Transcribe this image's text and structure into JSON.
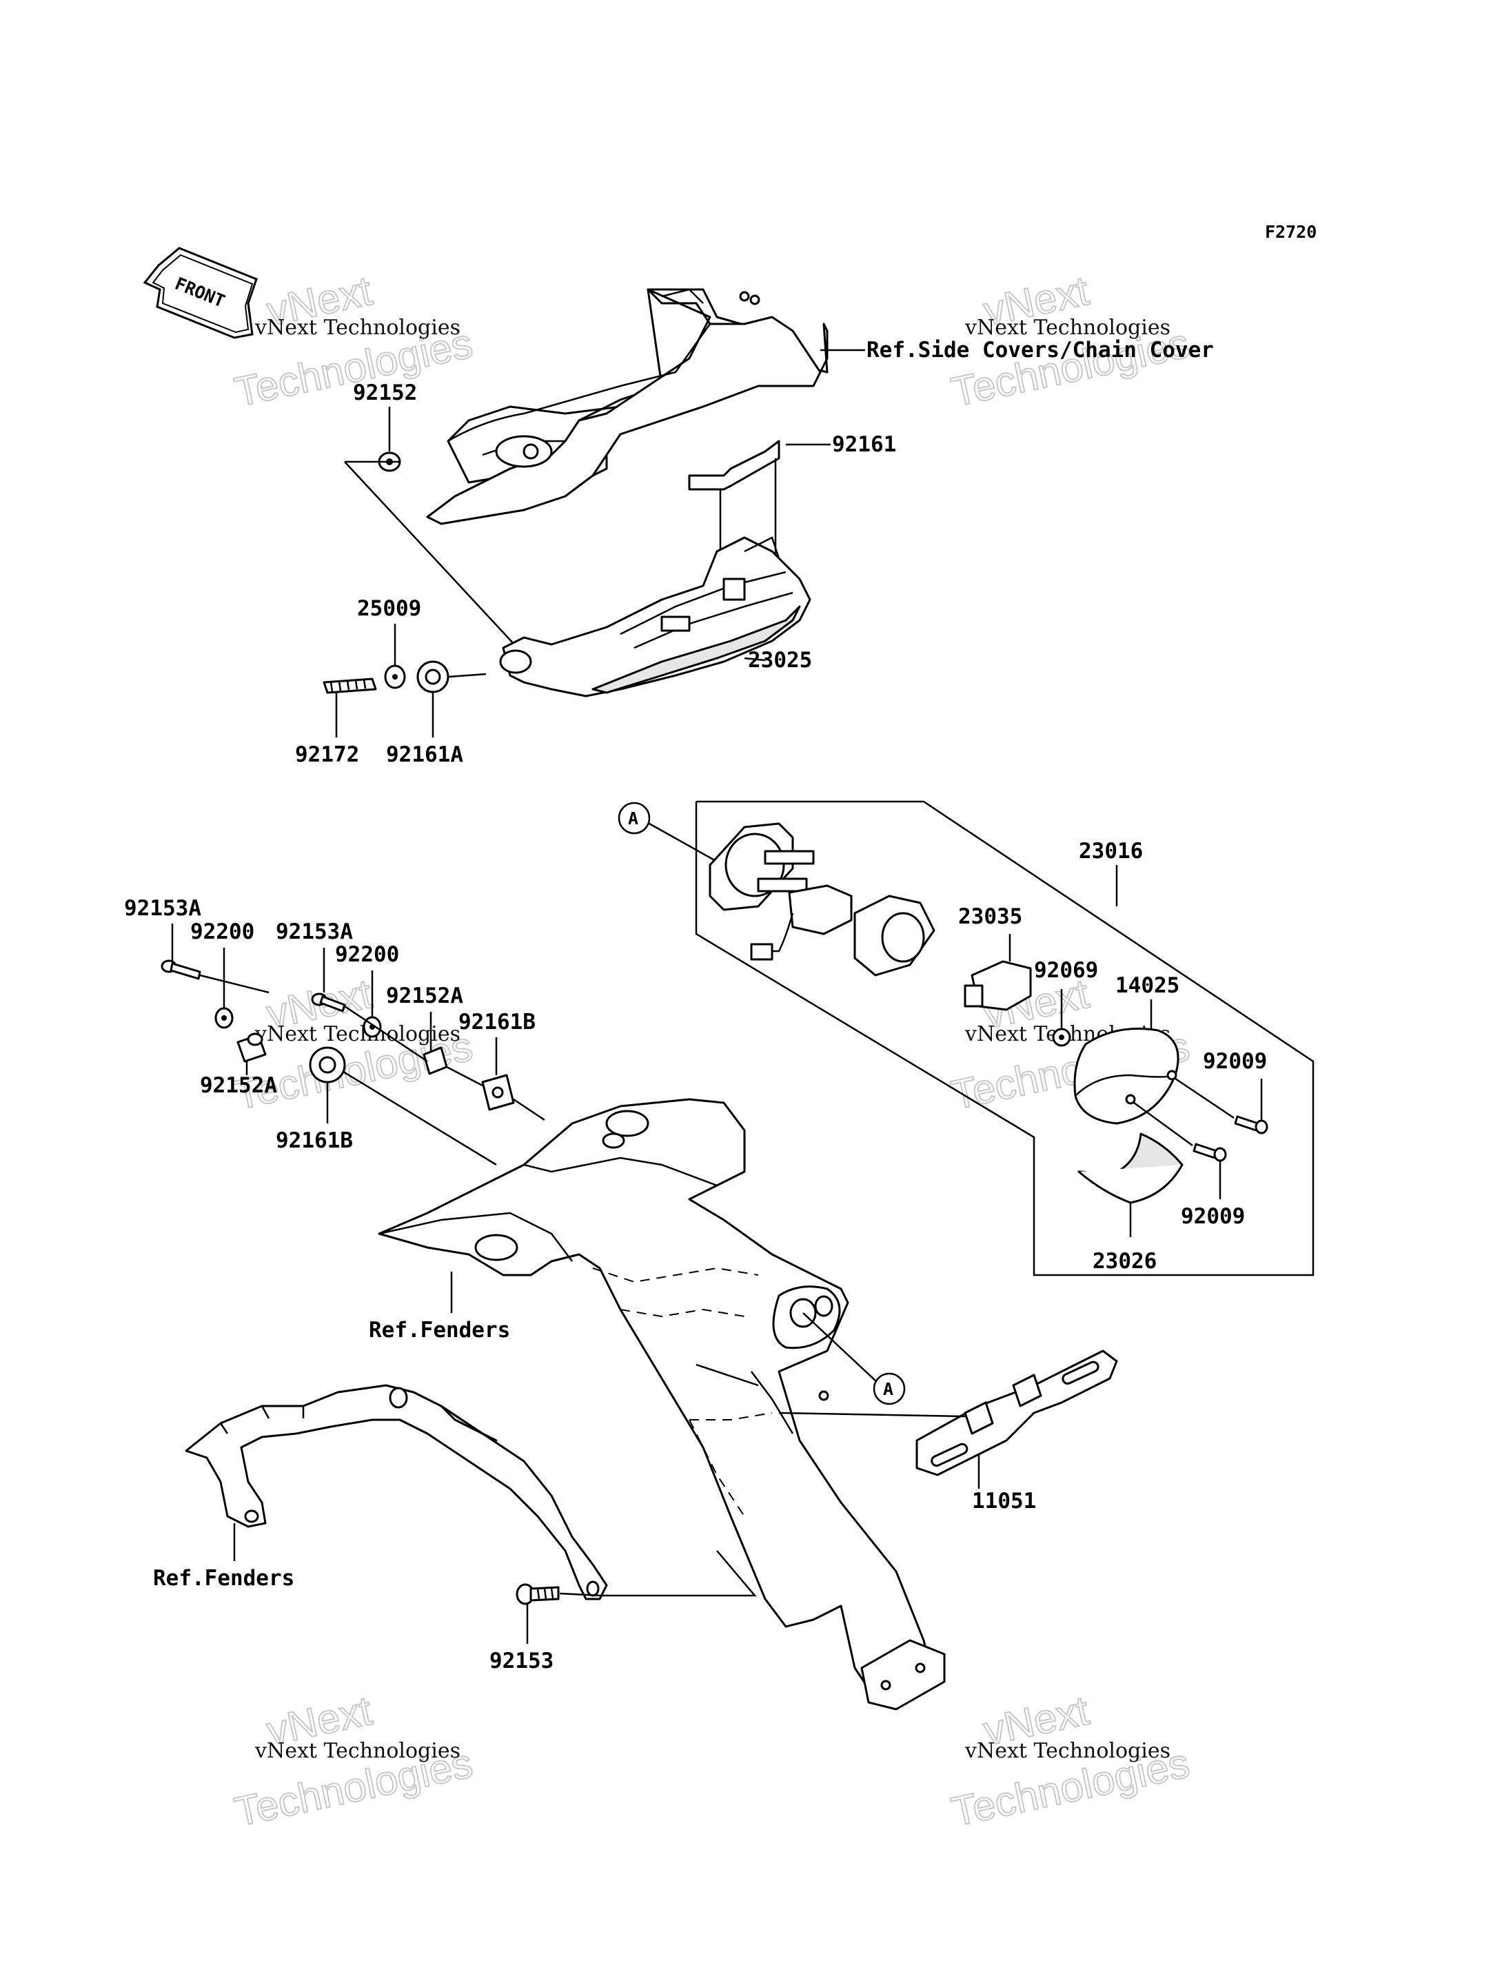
{
  "figure_code": "F2720",
  "front_label": "FRONT",
  "watermark": {
    "line1": "vNext",
    "line2": "Technologies",
    "caption": "vNext Technologies"
  },
  "ref_labels": {
    "side_covers": "Ref.Side Covers/Chain Cover",
    "fenders_mid": "Ref.Fenders",
    "fenders_low": "Ref.Fenders"
  },
  "callout_marker": "A",
  "parts": {
    "p92152": "92152",
    "p92161": "92161",
    "p25009": "25009",
    "p23025": "23025",
    "p92172": "92172",
    "p92161A": "92161A",
    "p23016": "23016",
    "p92153A_left": "92153A",
    "p92200_left": "92200",
    "p92153A_mid": "92153A",
    "p92200_mid": "92200",
    "p92152A_top": "92152A",
    "p92161B_top": "92161B",
    "p92152A_bottom": "92152A",
    "p92161B_bottom": "92161B",
    "p23035": "23035",
    "p92069": "92069",
    "p14025": "14025",
    "p92009_top": "92009",
    "p92009_bottom": "92009",
    "p23026": "23026",
    "p11051": "11051",
    "p92153": "92153"
  }
}
